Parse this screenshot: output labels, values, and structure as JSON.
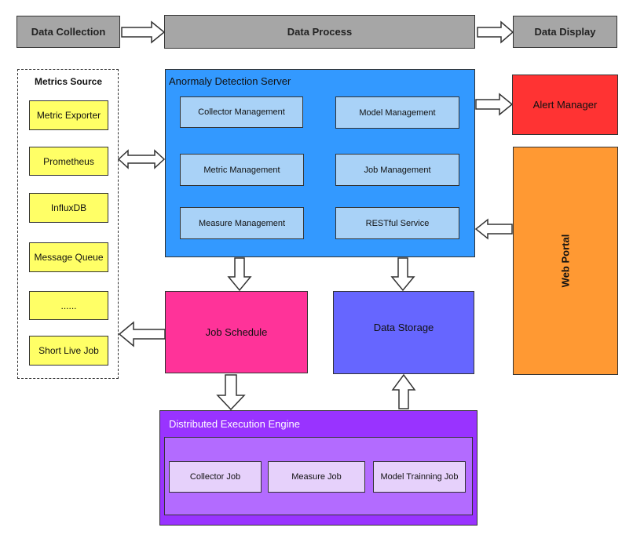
{
  "pipeline": {
    "collection": "Data Collection",
    "process": "Data Process",
    "display": "Data Display"
  },
  "metrics_source": {
    "title": "Metrics Source",
    "items": [
      "Metric Exporter",
      "Prometheus",
      "InfluxDB",
      "Message Queue",
      "......",
      "Short Live Job"
    ]
  },
  "server": {
    "title": "Anormaly Detection Server",
    "modules": [
      "Collector Management",
      "Model Management",
      "Metric Management",
      "Job Management",
      "Measure Management",
      "RESTful Service"
    ]
  },
  "alert_manager": "Alert Manager",
  "web_portal": "Web Portal",
  "job_schedule": "Job Schedule",
  "data_storage": "Data Storage",
  "engine": {
    "title": "Distributed Execution Engine",
    "jobs": [
      "Collector Job",
      "Measure Job",
      "Model Trainning Job"
    ]
  },
  "colors": {
    "server": "#3399ff",
    "alert": "#ff3333",
    "portal": "#ff9933",
    "schedule": "#ff3399",
    "storage": "#6666ff",
    "engine": "#9933ff",
    "source_item": "#ffff66"
  }
}
